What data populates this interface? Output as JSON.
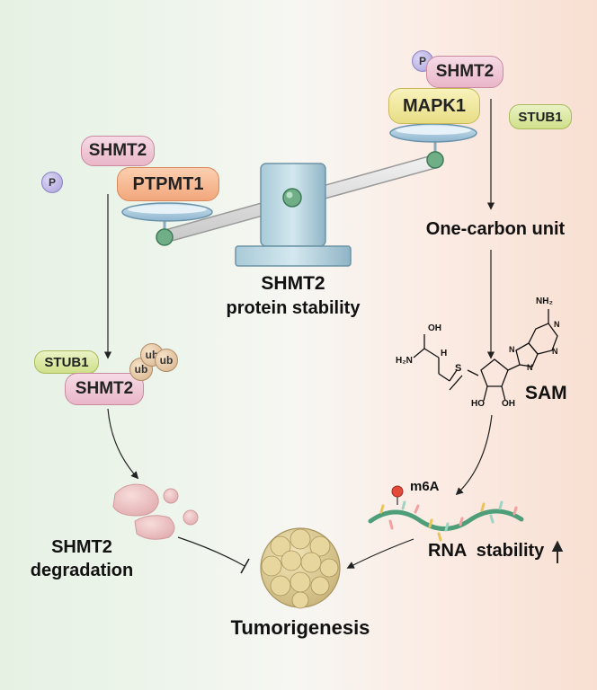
{
  "balance": {
    "left_top_label": "SHMT2",
    "left_bottom_label": "PTPMT1",
    "left_p": "P",
    "right_p": "P",
    "right_top_label": "SHMT2",
    "right_bottom_label": "MAPK1",
    "right_stub1": "STUB1",
    "center_title": "SHMT2",
    "center_subtitle": "protein stability"
  },
  "left_pathway": {
    "stub1": "STUB1",
    "shmt2": "SHMT2",
    "ub_tags": [
      "ub",
      "ub",
      "ub"
    ],
    "degradation_line1": "SHMT2",
    "degradation_line2": "degradation"
  },
  "right_pathway": {
    "one_carbon": "One-carbon unit",
    "sam": "SAM",
    "m6a": "m6A",
    "rna_stability": "RNA  stability"
  },
  "sam_structure": {
    "nh2": "NH₂",
    "cooh": "OH",
    "h2n": "H₂N",
    "h": "H",
    "s_plus": "S",
    "oh1": "HO",
    "oh2": "OH",
    "n_atoms": [
      "N",
      "N",
      "N",
      "N"
    ]
  },
  "outcome": {
    "label": "Tumorigenesis"
  }
}
